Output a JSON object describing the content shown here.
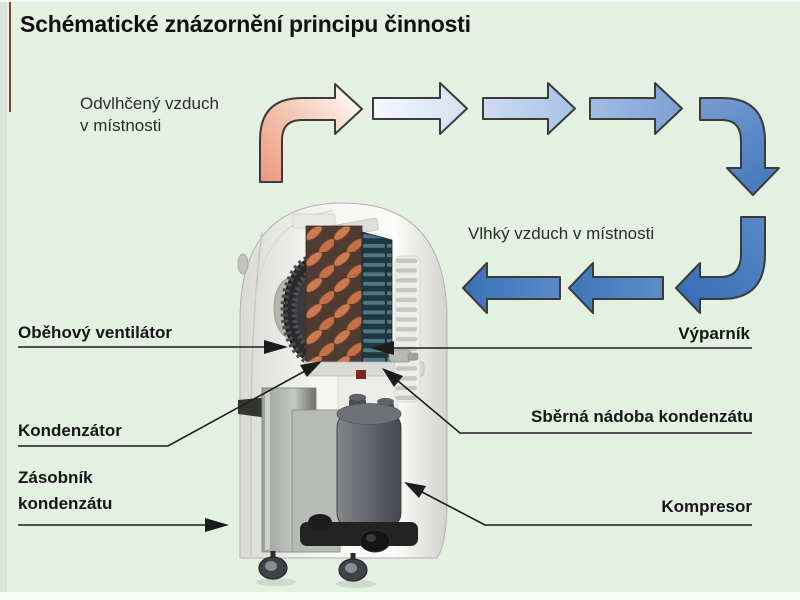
{
  "page": {
    "title": "Schématické znázornění principu činnosti"
  },
  "flow_labels": {
    "dehumidified_line1": "Odvlhčený vzduch",
    "dehumidified_line2": "v místnosti",
    "humid": "Vlhký vzduch v místnosti"
  },
  "part_labels": {
    "circulation_fan": "Oběhový ventilátor",
    "evaporator": "Výparník",
    "condenser": "Kondenzátor",
    "condensate_collector": "Sběrná nádoba kondenzátu",
    "condensate_reservoir_line1": "Zásobník",
    "condensate_reservoir_line2": "kondenzátu",
    "compressor": "Kompresor"
  },
  "colors": {
    "background": "#e3f0e2",
    "title_text": "#111111",
    "label_text": "#161616",
    "flow_warm_start": "#ec9a80",
    "flow_cold_end": "#3f74ba",
    "arrow_outline": "#3b3b3b",
    "condenser_coil": "#cb7a52",
    "evaporator_fin": "#27434d",
    "device_body": "#e9e9e5"
  }
}
